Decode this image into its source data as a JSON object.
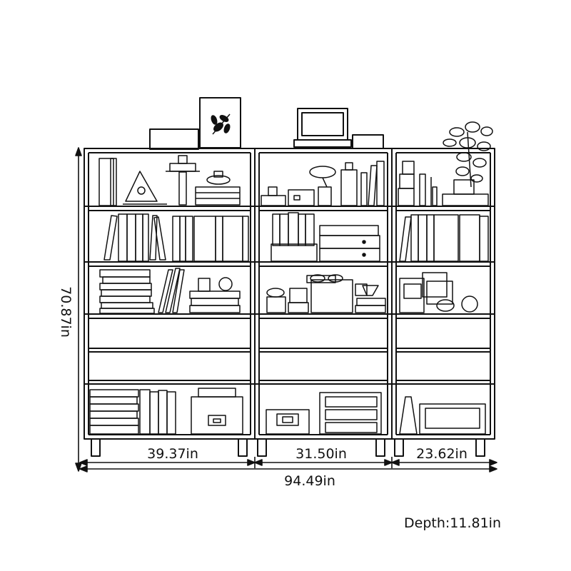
{
  "dimensions": {
    "height": "70.87in",
    "width_left": "39.37in",
    "width_middle": "31.50in",
    "width_right": "23.62in",
    "width_total": "94.49in",
    "depth": "Depth:11.81in"
  },
  "colors": {
    "line": "#111111",
    "background": "#ffffff"
  }
}
